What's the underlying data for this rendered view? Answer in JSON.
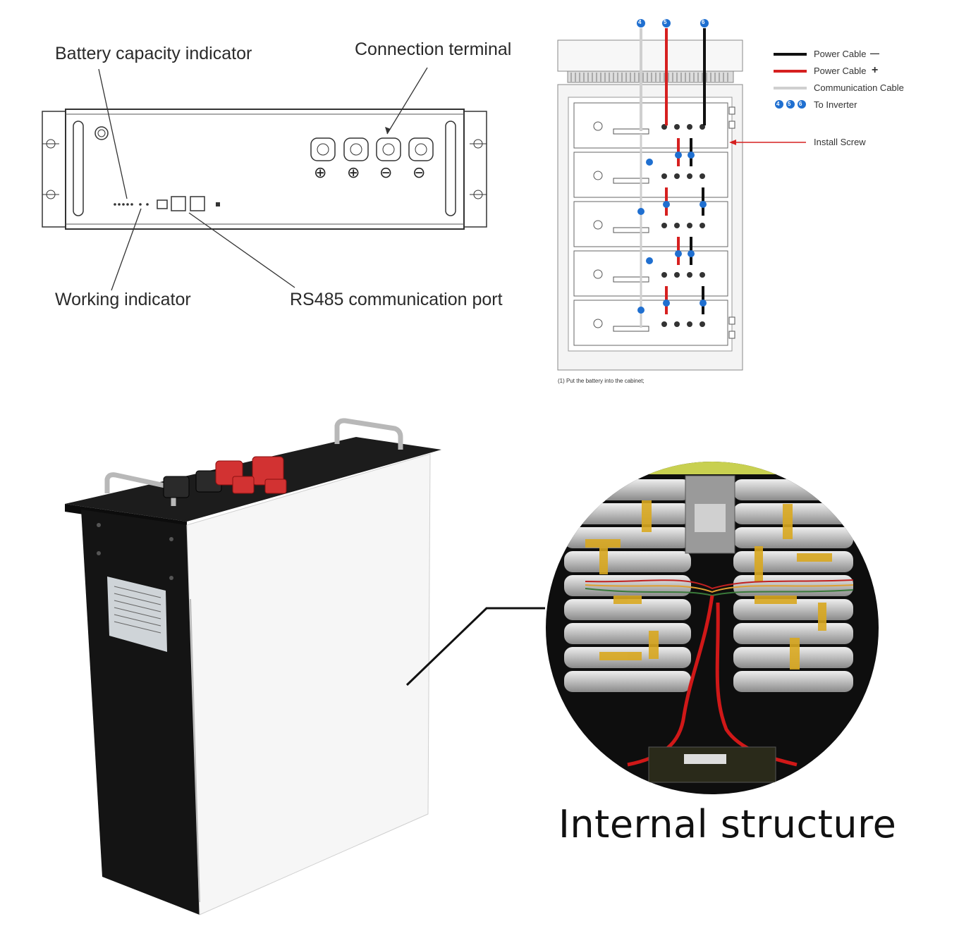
{
  "panel_front": {
    "labels": {
      "battery_capacity_indicator": "Battery capacity indicator",
      "connection_terminal": "Connection terminal",
      "working_indicator": "Working indicator",
      "rs485_port": "RS485 communication port"
    },
    "terminal_symbols": [
      "⊕",
      "⊕",
      "⊖",
      "⊖"
    ]
  },
  "wiring_diagram": {
    "legend": {
      "power_neg": "Power Cable",
      "power_neg_sign": "—",
      "power_pos": "Power Cable",
      "power_pos_sign": "+",
      "comm": "Communication Cable",
      "to_inverter_numbers": [
        "4",
        "5",
        "6"
      ],
      "to_inverter": "To Inverter",
      "install_screw": "Install Screw"
    },
    "top_numbers": [
      "4",
      "5",
      "6"
    ],
    "caption": "(1) Put the battery into the cabinet;",
    "colors": {
      "power_neg": "#111111",
      "power_pos": "#d62020",
      "comm": "#cfcfcf",
      "badge": "#1f6fd0"
    }
  },
  "photo_section": {
    "title": "Internal structure"
  }
}
